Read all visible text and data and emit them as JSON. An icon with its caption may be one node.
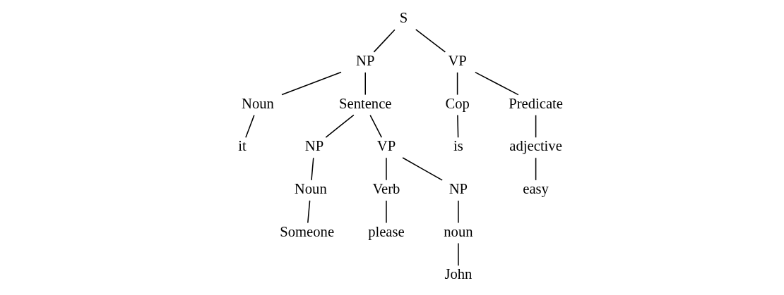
{
  "diagram": {
    "nodes": [
      {
        "text": [
          "S"
        ]
      },
      {
        "text": [
          "NP"
        ]
      },
      {
        "text": [
          "VP"
        ]
      },
      {
        "text": [
          "Noun"
        ]
      },
      {
        "text": [
          "Sentence"
        ]
      },
      {
        "text": [
          "Cop"
        ]
      },
      {
        "text": [
          "Predicate"
        ]
      },
      {
        "text": [
          "it"
        ]
      },
      {
        "text": [
          "NP"
        ]
      },
      {
        "text": [
          "VP"
        ]
      },
      {
        "text": [
          "is"
        ]
      },
      {
        "text": [
          "adjective"
        ]
      },
      {
        "text": [
          "Noun"
        ]
      },
      {
        "text": [
          "Verb"
        ]
      },
      {
        "text": [
          "NP"
        ]
      },
      {
        "text": [
          "easy"
        ]
      },
      {
        "text": [
          "Someone"
        ]
      },
      {
        "text": [
          "please"
        ]
      },
      {
        "text": [
          "noun"
        ]
      },
      {
        "text": [
          "John"
        ]
      }
    ],
    "edges": [
      {
        "from": 0,
        "to": 1,
        "arrow": "none"
      },
      {
        "from": 0,
        "to": 2,
        "arrow": "none"
      },
      {
        "from": 1,
        "to": 3,
        "arrow": "none"
      },
      {
        "from": 1,
        "to": 4,
        "arrow": "none"
      },
      {
        "from": 2,
        "to": 5,
        "arrow": "none"
      },
      {
        "from": 2,
        "to": 6,
        "arrow": "none"
      },
      {
        "from": 3,
        "to": 7,
        "arrow": "none"
      },
      {
        "from": 4,
        "to": 8,
        "arrow": "none"
      },
      {
        "from": 4,
        "to": 9,
        "arrow": "none"
      },
      {
        "from": 5,
        "to": 10,
        "arrow": "none"
      },
      {
        "from": 6,
        "to": 11,
        "arrow": "none"
      },
      {
        "from": 8,
        "to": 12,
        "arrow": "none"
      },
      {
        "from": 9,
        "to": 13,
        "arrow": "none"
      },
      {
        "from": 9,
        "to": 14,
        "arrow": "none"
      },
      {
        "from": 11,
        "to": 15,
        "arrow": "none"
      },
      {
        "from": 12,
        "to": 16,
        "arrow": "none"
      },
      {
        "from": 13,
        "to": 17,
        "arrow": "none"
      },
      {
        "from": 14,
        "to": 18,
        "arrow": "none"
      },
      {
        "from": 18,
        "to": 19,
        "arrow": "none"
      }
    ]
  }
}
